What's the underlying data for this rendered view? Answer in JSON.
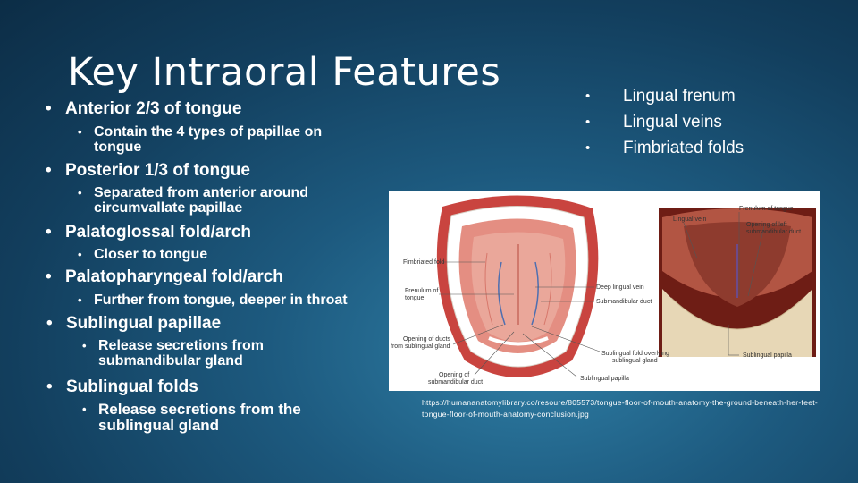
{
  "slide": {
    "title": "Key Intraoral Features",
    "bullets": [
      {
        "text": "Anterior 2/3 of tongue",
        "sub": "Contain the 4 types of papillae on tongue"
      },
      {
        "text": "Posterior 1/3 of tongue",
        "sub": "Separated from anterior around circumvallate papillae"
      },
      {
        "text": "Palatoglossal fold/arch",
        "sub": "Closer to tongue"
      },
      {
        "text": "Palatopharyngeal fold/arch",
        "sub": "Further from tongue, deeper in throat"
      },
      {
        "text": "Sublingual papillae",
        "sub": "Release secretions from submandibular gland"
      },
      {
        "text": "Sublingual folds",
        "sub": "Release secretions from the sublingual gland"
      }
    ],
    "right_list": [
      "Lingual frenum",
      "Lingual veins",
      "Fimbriated folds"
    ],
    "bullet_char": "•",
    "figure_labels": {
      "fimbriated_fold": "Fimbriated fold",
      "frenulum_1": "Frenulum of",
      "frenulum_2": "tongue",
      "opening_ducts_1": "Opening of ducts",
      "opening_ducts_2": "from sublingual gland",
      "opening_sub_1": "Opening of",
      "opening_sub_2": "submandibular duct",
      "deep_lingual_vein": "Deep lingual vein",
      "submandibular_duct": "Submandibular duct",
      "sublingual_fold_1": "Sublingual fold overlying",
      "sublingual_fold_2": "sublingual gland",
      "sublingual_papilla": "Sublingual papilla",
      "lingual_vein": "Lingual vein",
      "frenulum_tongue_top": "Frenulum of tongue",
      "opening_left_1": "Opening of left",
      "opening_left_2": "submandibular duct",
      "sublingual_papilla_right": "Sublingual papilla"
    },
    "credit_url": "https://humananatomylibrary.co/resoure/805573/tongue-floor-of-mouth-anatomy-the-ground-beneath-her-feet-tongue-floor-of-mouth-anatomy-conclusion.jpg"
  }
}
